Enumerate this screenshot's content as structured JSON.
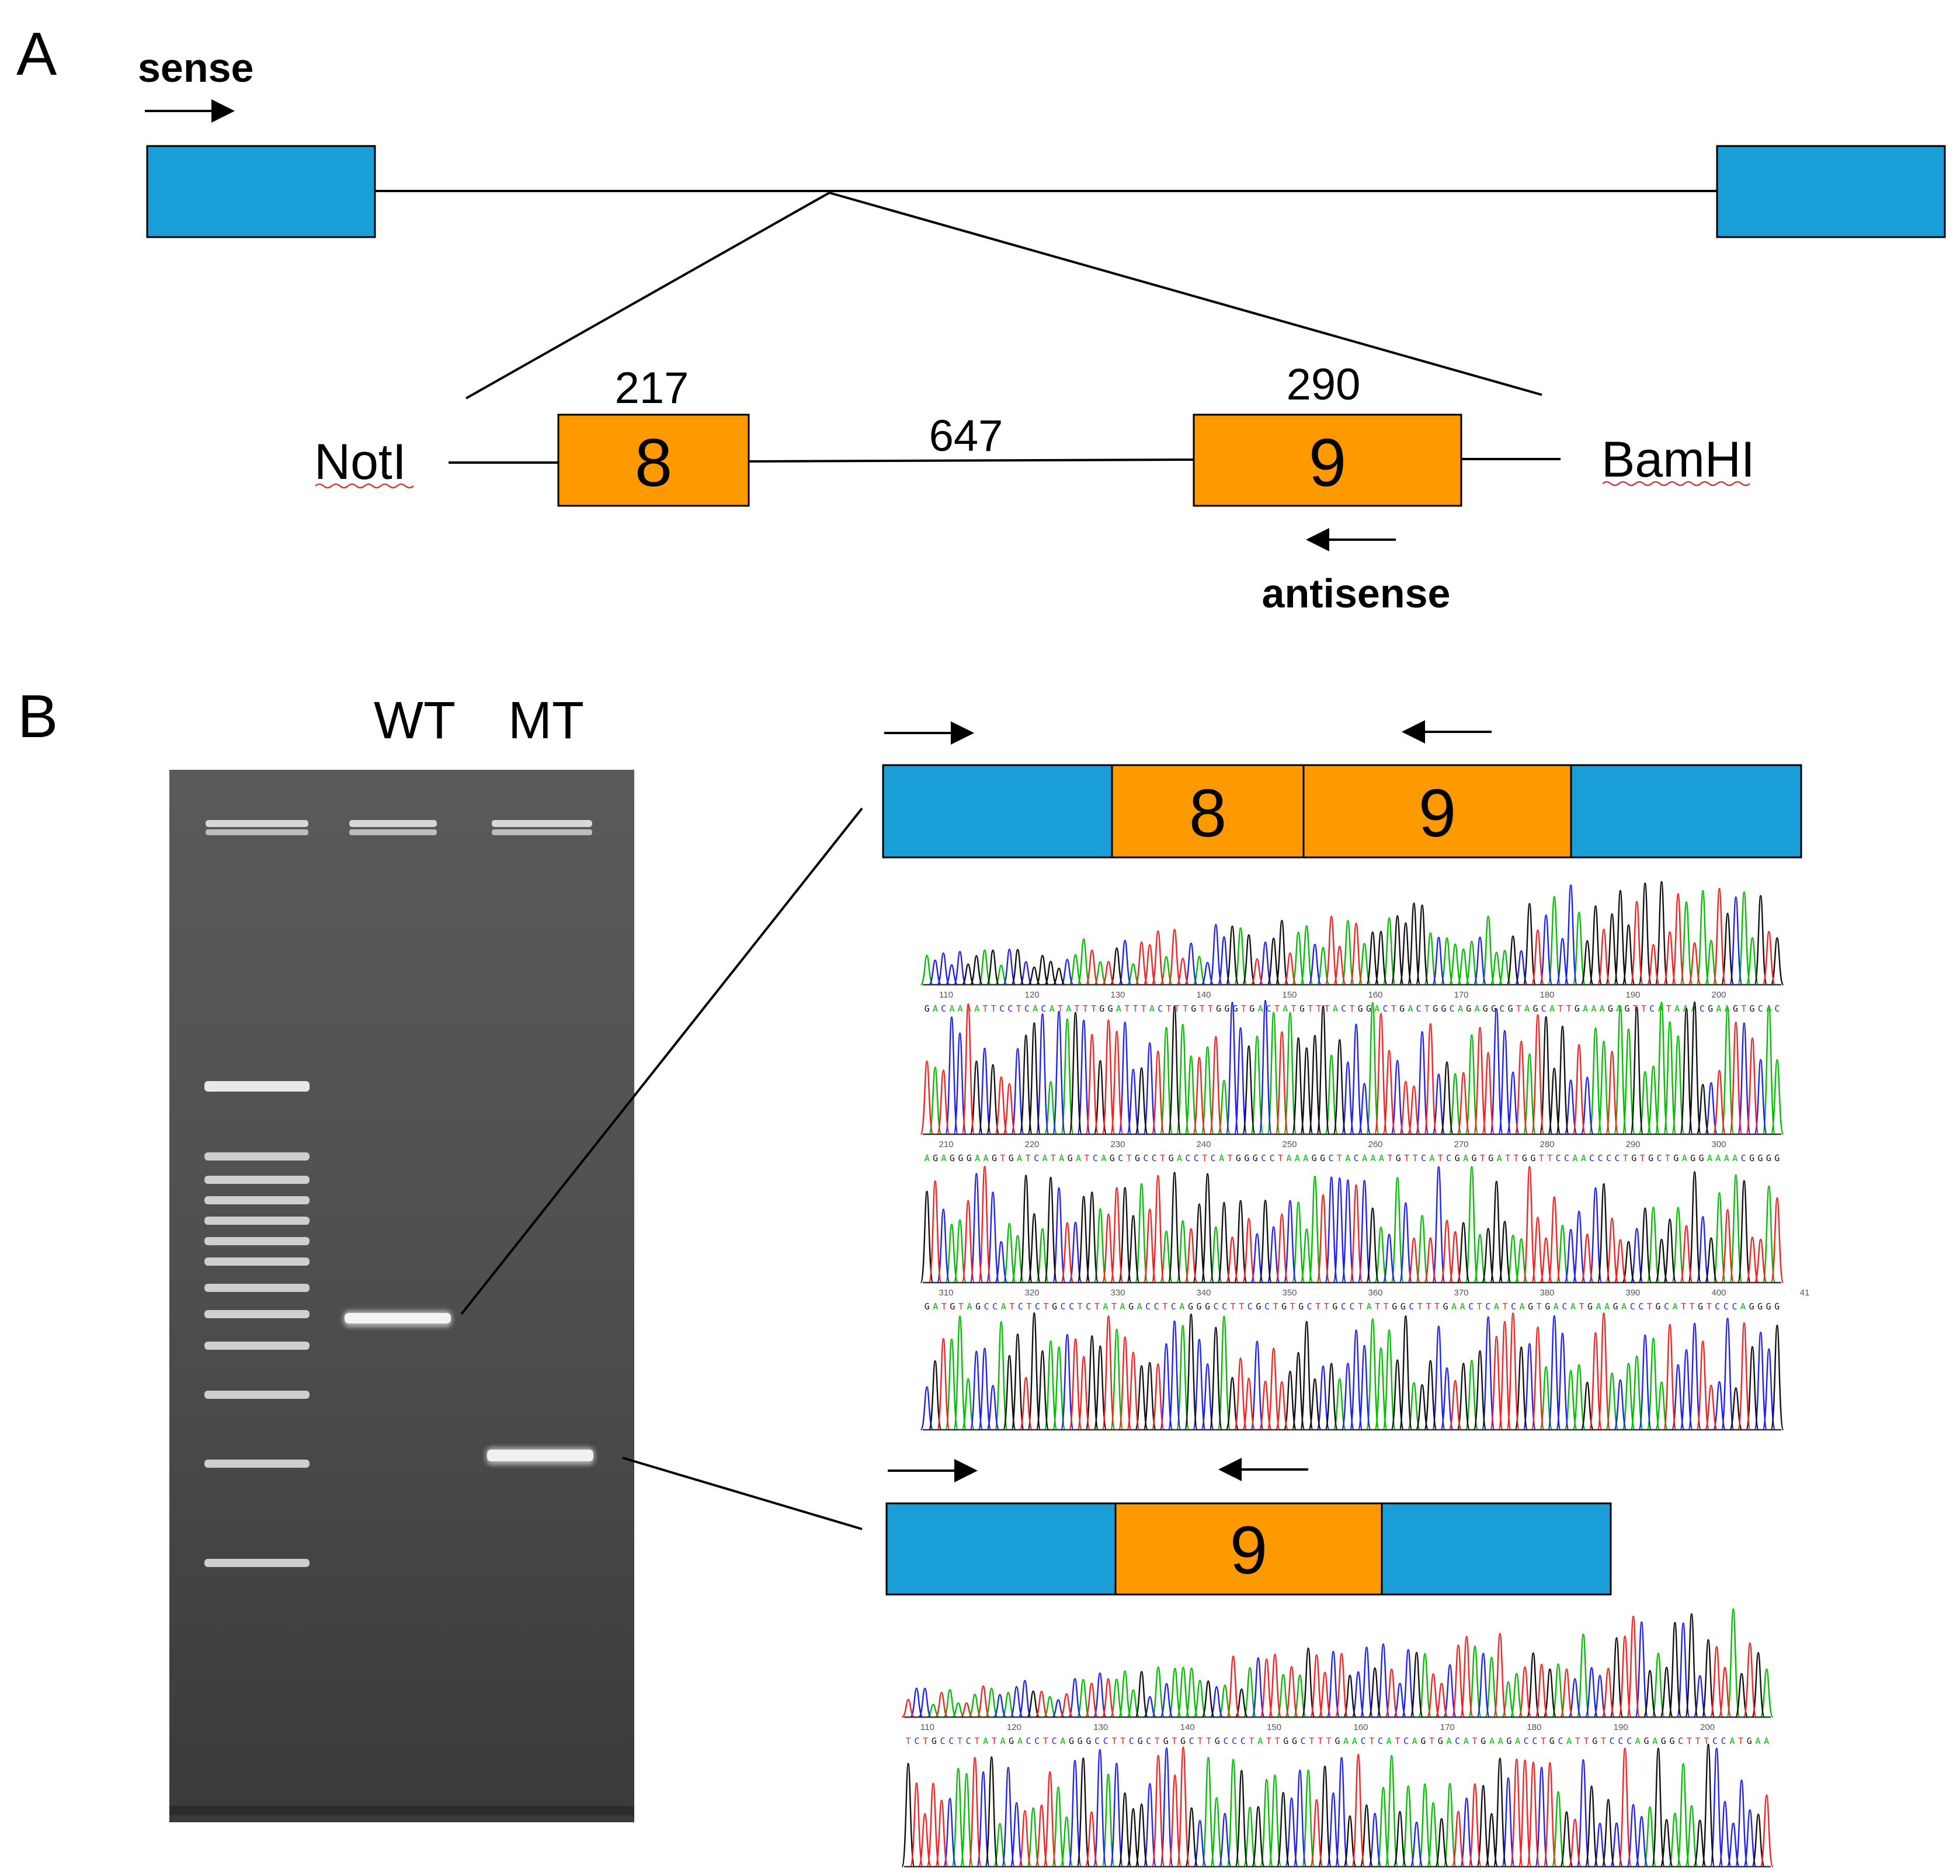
{
  "panel_a": {
    "letter": "A",
    "sense_label": "sense",
    "antisense_label": "antisense",
    "exon8": {
      "number": "8",
      "length": "217"
    },
    "exon9": {
      "number": "9",
      "length": "290"
    },
    "intron_length": "647",
    "left_site": "NotI",
    "right_site": "BamHI"
  },
  "panel_b": {
    "letter": "B",
    "lanes": [
      "WT",
      "MT"
    ],
    "wt_construct": {
      "exons": [
        "8",
        "9"
      ]
    },
    "mt_construct": {
      "exons": [
        "9"
      ]
    },
    "chromatograms": [
      {
        "ticks": [
          "110",
          "120",
          "130",
          "140",
          "150",
          "160",
          "170",
          "180",
          "190",
          "200"
        ],
        "sequence": "GACAAAATTCCTCACATATTTGGATTTACTTTGTTGGGTGACTATGTTTACTGGACTGACTGGCAGAGGCGTAGCATTGAAAGAGTTCATAAACGAAGTGCAC"
      },
      {
        "ticks": [
          "210",
          "220",
          "230",
          "240",
          "250",
          "260",
          "270",
          "280",
          "290",
          "300"
        ],
        "sequence": "AGAGGGAAGTGATCATAGATCAGCTGCCTGACCTCATGGGCCTAAAGGCTACAAATGTTCATCGAGTGATTGGTTCCAACCCCTGTGCTGAGGAAAACGGGG"
      },
      {
        "ticks": [
          "310",
          "320",
          "330",
          "340",
          "350",
          "360",
          "370",
          "380",
          "390",
          "400",
          "41"
        ],
        "sequence": "GATGTAGCCATCTCTGCCTCTATAGACCTCAGGGCCTTCGCTGTGCTTGCCTATTGGCTTTGAACTCATCAGTGACATGAAGACCTGCATTGTCCCAGGGG"
      },
      {
        "ticks": [],
        "sequence": ""
      },
      {
        "ticks": [
          "110",
          "120",
          "130",
          "140",
          "150",
          "160",
          "170",
          "180",
          "190",
          "200"
        ],
        "sequence": "TCTGCCTCTATAGACCTCAGGGCCTTCGCTGTGCTTGCCCTATTGGCTTTGAACTCATCAGTGACATGAAGACCTGCATTGTCCCAGAGGCTTTCCATGAA"
      },
      {
        "ticks": [],
        "sequence": ""
      }
    ]
  },
  "colors": {
    "exon_blue": "#1a9ed8",
    "exon_orange": "#ff9900",
    "base_a": "#00c000",
    "base_c": "#1f1fff",
    "base_g": "#111111",
    "base_t": "#ff1f1f"
  }
}
